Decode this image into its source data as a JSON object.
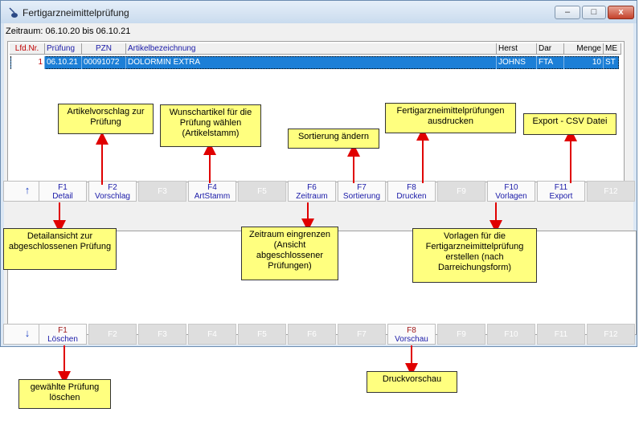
{
  "window": {
    "title": "Fertigarzneimittelprüfung",
    "minimize": "–",
    "maximize": "□",
    "close": "x"
  },
  "zeitraum": "Zeitraum: 06.10.20 bis 06.10.21",
  "table": {
    "headers": [
      "Lfd.Nr.",
      "Prüfung",
      "PZN",
      "Artikelbezeichnung",
      "Herst",
      "Dar",
      "Menge",
      "ME"
    ],
    "rows": [
      [
        "1",
        "06.10.21",
        "00091072",
        "DOLORMIN EXTRA",
        "JOHNS",
        "FTA",
        "10",
        "ST"
      ]
    ]
  },
  "fkeys_top": [
    {
      "key": "↑",
      "label": ""
    },
    {
      "key": "F1",
      "label": "Detail"
    },
    {
      "key": "F2",
      "label": "Vorschlag"
    },
    {
      "key": "F3",
      "label": ""
    },
    {
      "key": "F4",
      "label": "ArtStamm"
    },
    {
      "key": "F5",
      "label": ""
    },
    {
      "key": "F6",
      "label": "Zeitraum"
    },
    {
      "key": "F7",
      "label": "Sortierung"
    },
    {
      "key": "F8",
      "label": "Drucken"
    },
    {
      "key": "F9",
      "label": ""
    },
    {
      "key": "F10",
      "label": "Vorlagen"
    },
    {
      "key": "F11",
      "label": "Export"
    },
    {
      "key": "F12",
      "label": ""
    }
  ],
  "fkeys_bottom": [
    {
      "key": "↓",
      "label": ""
    },
    {
      "key": "F1",
      "label": "Löschen"
    },
    {
      "key": "F2",
      "label": ""
    },
    {
      "key": "F3",
      "label": ""
    },
    {
      "key": "F4",
      "label": ""
    },
    {
      "key": "F5",
      "label": ""
    },
    {
      "key": "F6",
      "label": ""
    },
    {
      "key": "F7",
      "label": ""
    },
    {
      "key": "F8",
      "label": "Vorschau"
    },
    {
      "key": "F9",
      "label": ""
    },
    {
      "key": "F10",
      "label": ""
    },
    {
      "key": "F11",
      "label": ""
    },
    {
      "key": "F12",
      "label": ""
    }
  ],
  "callouts": {
    "artikelvorschlag": "Artikelvorschlag zur Prüfung",
    "wunschartikel": "Wunschartikel für die Prüfung wählen (Artikelstamm)",
    "sortierung": "Sortierung ändern",
    "drucken": "Fertigarzneimittelprüfungen ausdrucken",
    "export": "Export - CSV Datei",
    "detail": "Detailansicht zur abgeschlossenen Prüfung",
    "zeitraum": "Zeitraum eingrenzen (Ansicht abgeschlossener Prüfungen)",
    "vorlagen": "Vorlagen für die Fertigarzneimittelprüfung erstellen (nach Darreichungsform)",
    "loeschen": "gewählte Prüfung löschen",
    "vorschau": "Druckvorschau"
  },
  "colors": {
    "selection": "#1c7fd7",
    "callout": "#ffff7f",
    "arrow": "#e00000",
    "header_red": "#c00000"
  }
}
